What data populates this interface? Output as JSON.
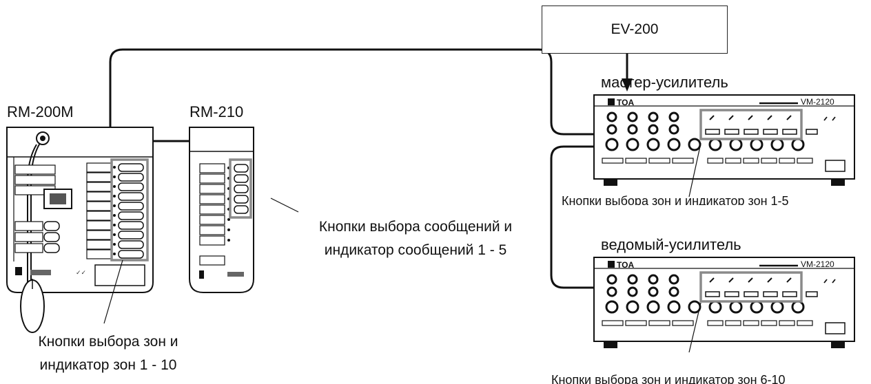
{
  "devices": {
    "ev": "EV-200",
    "rm200m": "RM-200M",
    "rm210": "RM-210",
    "master_label": "мастер-усилитель",
    "slave_label": "ведомый-усилитель"
  },
  "panel_text": {
    "brand": "TOA",
    "master_model": "VM-2120",
    "slave_model": "VM-2120"
  },
  "captions": {
    "messages_line1": "Кнопки выбора сообщений и",
    "messages_line2": "индикатор сообщений 1 - 5",
    "zones_rm_line1": "Кнопки выбора зон и",
    "zones_rm_line2": "индикатор зон 1 - 10",
    "zones_master": "Кнопки выбора зон и индикатор зон 1-5",
    "zones_slave": "Кнопки выбора зон и индикатор зон 6-10"
  },
  "colors": {
    "highlight": "#8a8a8a",
    "line": "#111111"
  }
}
